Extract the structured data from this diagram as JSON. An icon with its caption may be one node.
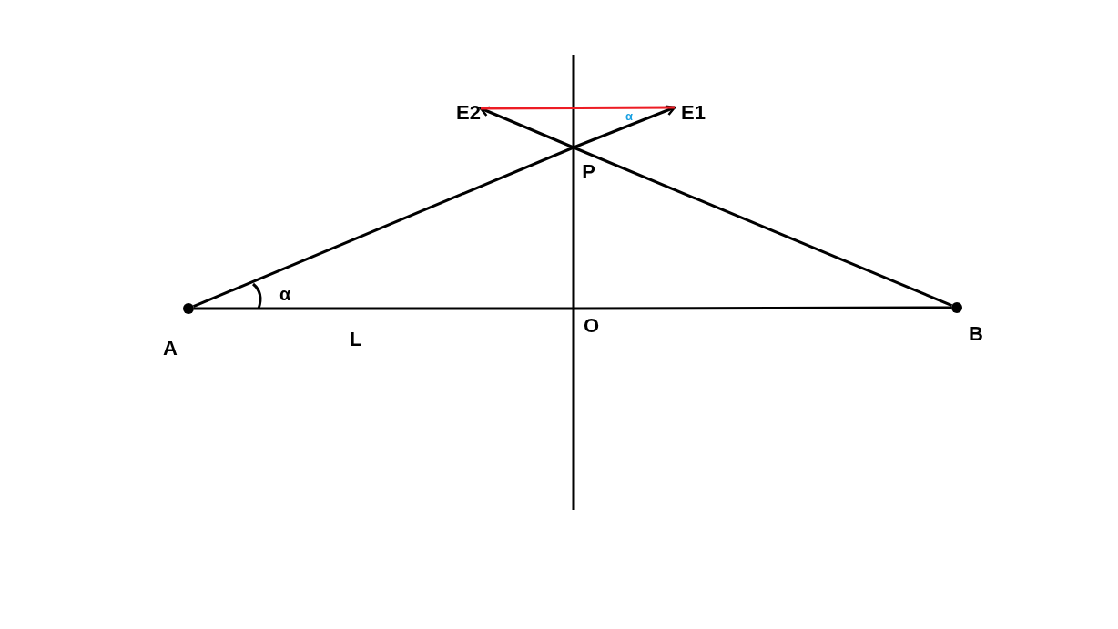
{
  "diagram": {
    "nodes": [
      {
        "text": [],
        "shape": "circle",
        "beside": [
          "A"
        ]
      },
      {
        "text": [],
        "shape": "circle",
        "beside": [
          "B"
        ]
      },
      {
        "text": [
          "P"
        ]
      },
      {
        "text": [
          "O"
        ]
      },
      {
        "text": [
          "E1"
        ]
      },
      {
        "text": [
          "E2"
        ]
      }
    ],
    "edges": [
      {
        "from": 0,
        "to": 2,
        "arrow": "none"
      },
      {
        "from": 2,
        "to": 4,
        "arrow": "to"
      },
      {
        "from": 1,
        "to": 2,
        "arrow": "none"
      },
      {
        "from": 2,
        "to": 5,
        "arrow": "to"
      },
      {
        "from": 0,
        "to": 3,
        "arrow": "none"
      },
      {
        "from": 3,
        "to": 1,
        "arrow": "none"
      },
      {
        "from": 5,
        "to": 4,
        "arrow": "none",
        "color": "#ed1c24"
      }
    ],
    "labels": [
      "α",
      "L",
      "α"
    ]
  }
}
